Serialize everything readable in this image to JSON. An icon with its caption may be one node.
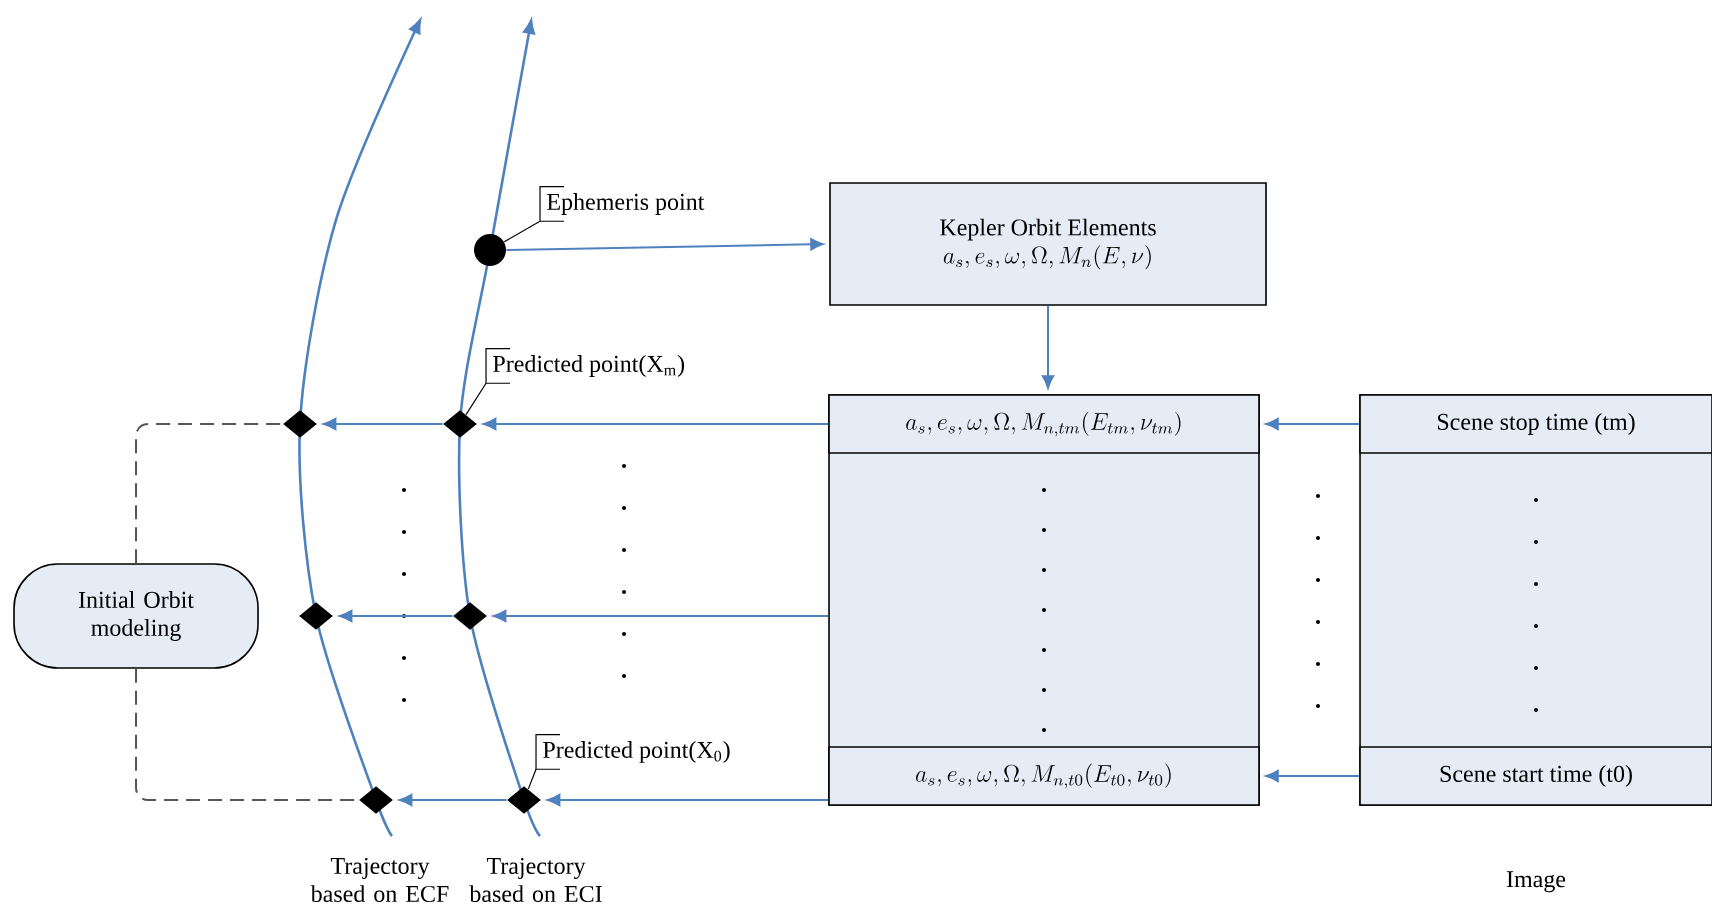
{
  "diagram": {
    "nodes": [
      {
        "text": [
          "Kepler Orbit Elements",
          "a_s, e_s, \\omega, \\Omega, M_n(E, \\nu)"
        ]
      },
      {
        "text": [],
        "shape": "box"
      },
      {
        "text": [
          "a_s, e_s, \\omega, \\Omega, M_{n,tm}(E_{tm}, \\nu_{tm})"
        ],
        "in": 1
      },
      {
        "text": [
          "a_s, e_s, \\omega, \\Omega, M_{n,t0}(E_{t0}, \\nu_{t0})"
        ],
        "in": 1
      },
      {
        "text": [],
        "shape": "box",
        "beside": [
          "Image"
        ]
      },
      {
        "text": [
          "Scene stop time (tm)"
        ],
        "in": 4
      },
      {
        "text": [
          "Scene start time (t0)"
        ],
        "in": 4
      },
      {
        "text": [],
        "shape": "circle"
      },
      {
        "text": [
          "Ephemeris point"
        ]
      },
      {
        "text": [],
        "shape": "diamond"
      },
      {
        "text": [],
        "shape": "diamond"
      },
      {
        "text": [],
        "shape": "diamond"
      },
      {
        "text": [],
        "shape": "diamond"
      },
      {
        "text": [],
        "shape": "diamond"
      },
      {
        "text": [],
        "shape": "diamond"
      },
      {
        "text": [
          "Predicted point(X$_{m}$)"
        ]
      },
      {
        "text": [
          "Predicted point(X$_{0}$)"
        ]
      },
      {
        "text": [
          "Initial Orbit modeling"
        ]
      }
    ],
    "edges": [
      {
        "from": 7,
        "to": 0,
        "arrow": "to"
      },
      {
        "from": 0,
        "to": 2,
        "arrow": "to"
      },
      {
        "from": 5,
        "to": 2,
        "arrow": "to"
      },
      {
        "from": 6,
        "to": 3,
        "arrow": "to"
      },
      {
        "from": 2,
        "to": 9,
        "arrow": "to"
      },
      {
        "from": 9,
        "to": 12,
        "arrow": "to"
      },
      {
        "from": 1,
        "to": 10,
        "arrow": "to"
      },
      {
        "from": 10,
        "to": 13,
        "arrow": "to"
      },
      {
        "from": 3,
        "to": 11,
        "arrow": "to"
      },
      {
        "from": 11,
        "to": 14,
        "arrow": "to"
      },
      {
        "from": 8,
        "to": 7,
        "arrow": "none",
        "color": "#000000"
      },
      {
        "from": 15,
        "to": 9,
        "arrow": "none",
        "color": "#000000"
      },
      {
        "from": 16,
        "to": 11,
        "arrow": "none",
        "color": "#000000"
      },
      {
        "from": 17,
        "to": 12,
        "arrow": "none",
        "style": "dashed",
        "color": "#555555"
      },
      {
        "from": 17,
        "to": 14,
        "arrow": "none",
        "style": "dashed",
        "color": "#555555"
      }
    ],
    "labels": [
      "Trajectory based on ECF",
      "Trajectory based on ECI"
    ]
  }
}
